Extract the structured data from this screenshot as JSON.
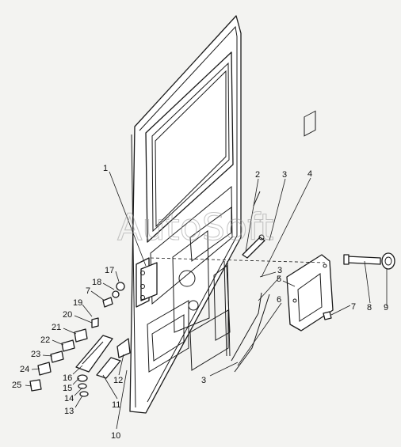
{
  "watermark": "AutoSoft",
  "callouts": {
    "c1": "1",
    "c2": "2",
    "c3a": "3",
    "c3b": "3",
    "c3c": "3",
    "c4": "4",
    "c5": "5",
    "c6": "6",
    "c7a": "7",
    "c7b": "7",
    "c8": "8",
    "c9": "9",
    "c10": "10",
    "c11": "11",
    "c12": "12",
    "c13": "13",
    "c14": "14",
    "c15": "15",
    "c16": "16",
    "c17": "17",
    "c18": "18",
    "c19": "19",
    "c20": "20",
    "c21": "21",
    "c22": "22",
    "c23": "23",
    "c24": "24",
    "c25": "25"
  }
}
